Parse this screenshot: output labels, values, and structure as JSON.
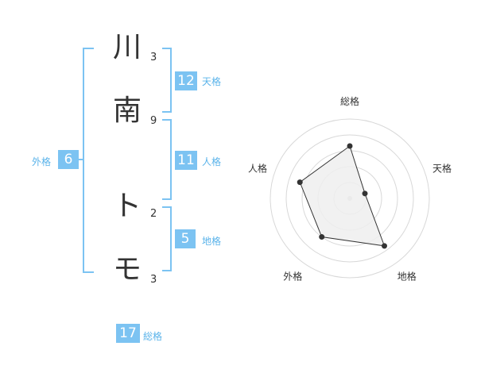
{
  "name": {
    "chars": [
      {
        "char": "川",
        "strokes": "3"
      },
      {
        "char": "南",
        "strokes": "9"
      },
      {
        "char": "ト",
        "strokes": "2"
      },
      {
        "char": "モ",
        "strokes": "3"
      }
    ]
  },
  "kakusu": {
    "tenkaku": {
      "value": "12",
      "label": "天格"
    },
    "jinkaku": {
      "value": "11",
      "label": "人格"
    },
    "chikaku": {
      "value": "5",
      "label": "地格"
    },
    "gaikaku": {
      "value": "6",
      "label": "外格"
    },
    "soukaku": {
      "value": "17",
      "label": "総格"
    }
  },
  "colors": {
    "accent": "#7cc3f2",
    "accent_text": "#5ab3ea",
    "text": "#333333",
    "radar_fill": "#efefef",
    "radar_grid": "#d8d8d8"
  },
  "chart_data": {
    "type": "radar",
    "axes": [
      "総格",
      "天格",
      "地格",
      "外格",
      "人格"
    ],
    "values": [
      3.3,
      1,
      3.7,
      3.0,
      3.3
    ],
    "max": 5,
    "rings": 5
  }
}
